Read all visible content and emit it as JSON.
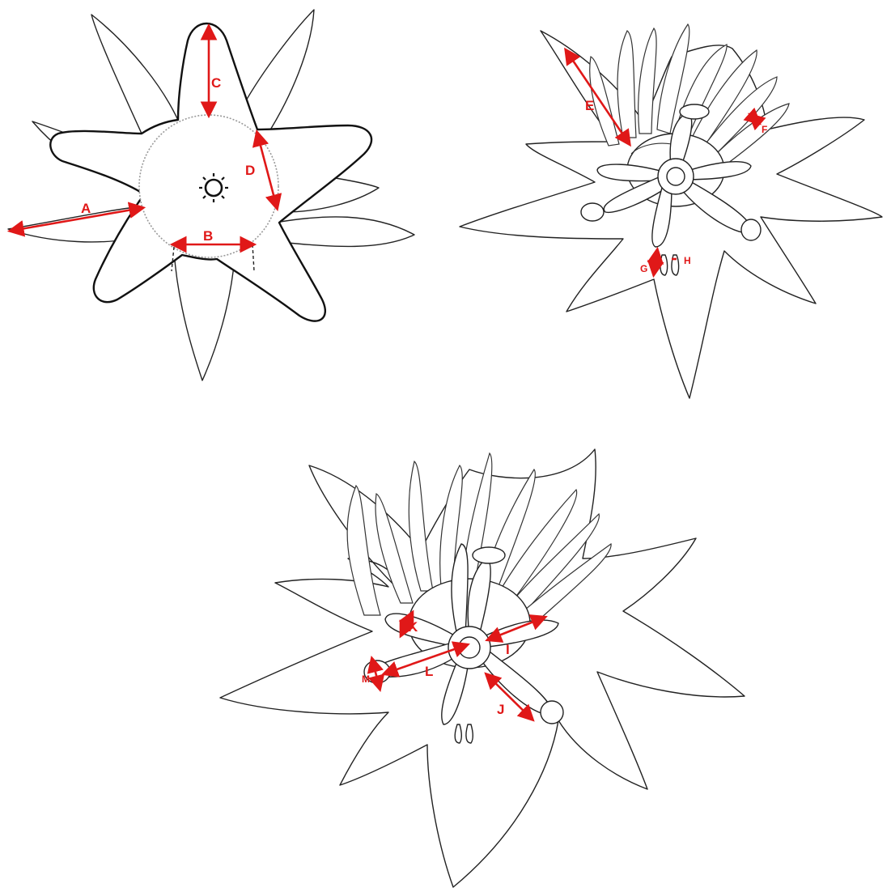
{
  "labels": {
    "a": "A",
    "b": "B",
    "c": "C",
    "d": "D",
    "e": "E",
    "f": "F",
    "g": "G",
    "h": "H",
    "i": "I",
    "j": "J",
    "k": "K",
    "l": "L",
    "m": "M"
  },
  "colors": {
    "arrow": "#e01818",
    "line": "#222222",
    "background": "#ffffff"
  }
}
